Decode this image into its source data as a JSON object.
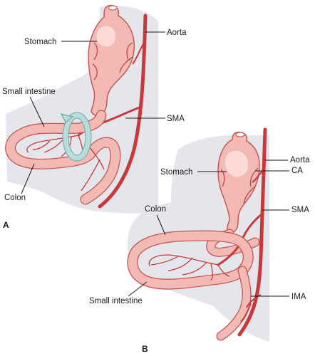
{
  "colors": {
    "background_shadow": "#e4e6ec",
    "organ_fill": "#f3b9b4",
    "organ_stroke": "#c4534c",
    "organ_highlight": "#fbe3df",
    "artery": "#c83a3a",
    "artery_dark": "#a52a2a",
    "rotation_arrow": "#b6dcdc",
    "rotation_arrow_stroke": "#6fa7a7"
  },
  "panel_a": {
    "letter": "A",
    "labels": {
      "stomach": "Stomach",
      "aorta": "Aorta",
      "small_intestine": "Small intestine",
      "sma": "SMA",
      "colon": "Colon"
    },
    "rotation_icon": "counterclockwise-rotation-arrow-icon"
  },
  "panel_b": {
    "letter": "B",
    "labels": {
      "aorta": "Aorta",
      "ca": "CA",
      "stomach": "Stomach",
      "colon": "Colon",
      "sma": "SMA",
      "small_intestine": "Small intestine",
      "ima": "IMA"
    }
  }
}
